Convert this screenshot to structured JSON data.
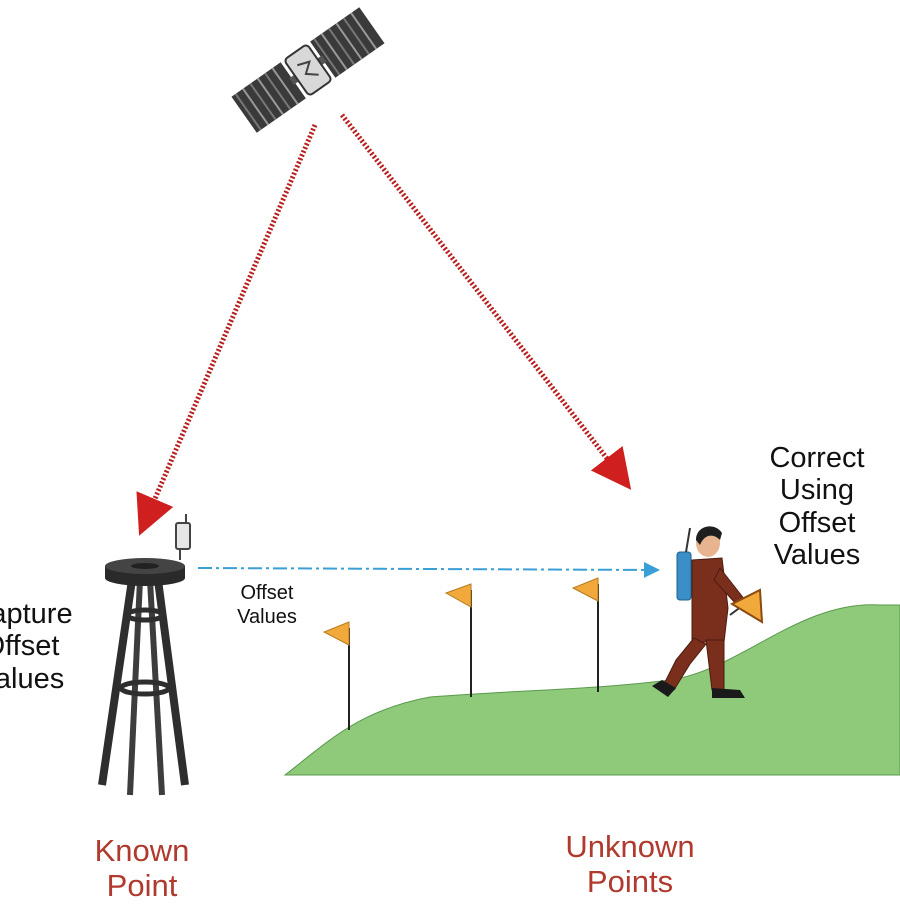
{
  "labels": {
    "capture_offset_values": [
      "Capture",
      "Offset",
      "Values"
    ],
    "correct_using_offset_values": [
      "Correct",
      "Using",
      "Offset",
      "Values"
    ],
    "offset_values": [
      "Offset",
      "Values"
    ],
    "known_point": [
      "Known",
      "Point"
    ],
    "unknown_points": [
      "Unknown",
      "Points"
    ]
  },
  "icons": {
    "satellite": "satellite-icon",
    "base_station": "gps-base-station-icon",
    "receiver": "gps-receiver-icon",
    "surveyor": "surveyor-icon",
    "flag": "flag-icon"
  },
  "colors": {
    "signal_arrow": "#b81e1e",
    "offset_arrow": "#3a9fd6",
    "label_red": "#b03a2e",
    "hill": "#8fc97a",
    "flag": "#f2a93b",
    "person": "#7a2e1c",
    "tower": "#333333"
  }
}
